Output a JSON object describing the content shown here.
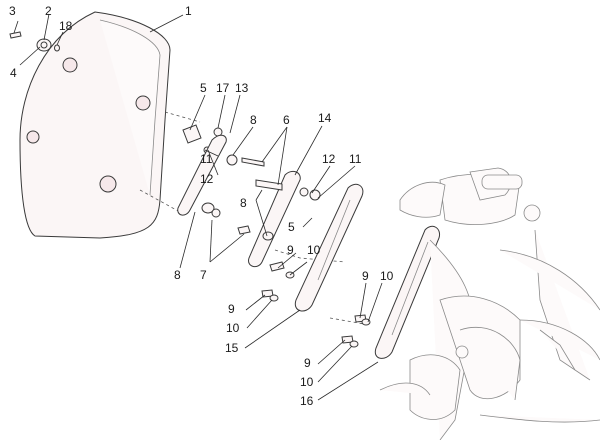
{
  "callouts": [
    {
      "id": "c3",
      "text": "3"
    },
    {
      "id": "c2",
      "text": "2"
    },
    {
      "id": "c18",
      "text": "18"
    },
    {
      "id": "c4",
      "text": "4"
    },
    {
      "id": "c1",
      "text": "1"
    },
    {
      "id": "c5a",
      "text": "5"
    },
    {
      "id": "c17",
      "text": "17"
    },
    {
      "id": "c13",
      "text": "13"
    },
    {
      "id": "c8a",
      "text": "8"
    },
    {
      "id": "c6",
      "text": "6"
    },
    {
      "id": "c14",
      "text": "14"
    },
    {
      "id": "c11a",
      "text": "11"
    },
    {
      "id": "c12a",
      "text": "12"
    },
    {
      "id": "c12b",
      "text": "12"
    },
    {
      "id": "c11b",
      "text": "11"
    },
    {
      "id": "c8b",
      "text": "8"
    },
    {
      "id": "c5b",
      "text": "5"
    },
    {
      "id": "c9a",
      "text": "9"
    },
    {
      "id": "c10a",
      "text": "10"
    },
    {
      "id": "c8c",
      "text": "8"
    },
    {
      "id": "c7",
      "text": "7"
    },
    {
      "id": "c9b",
      "text": "9"
    },
    {
      "id": "c10b",
      "text": "10"
    },
    {
      "id": "c15",
      "text": "15"
    },
    {
      "id": "c9c",
      "text": "9"
    },
    {
      "id": "c10c",
      "text": "10"
    },
    {
      "id": "c9d",
      "text": "9"
    },
    {
      "id": "c10d",
      "text": "10"
    },
    {
      "id": "c16",
      "text": "16"
    }
  ]
}
